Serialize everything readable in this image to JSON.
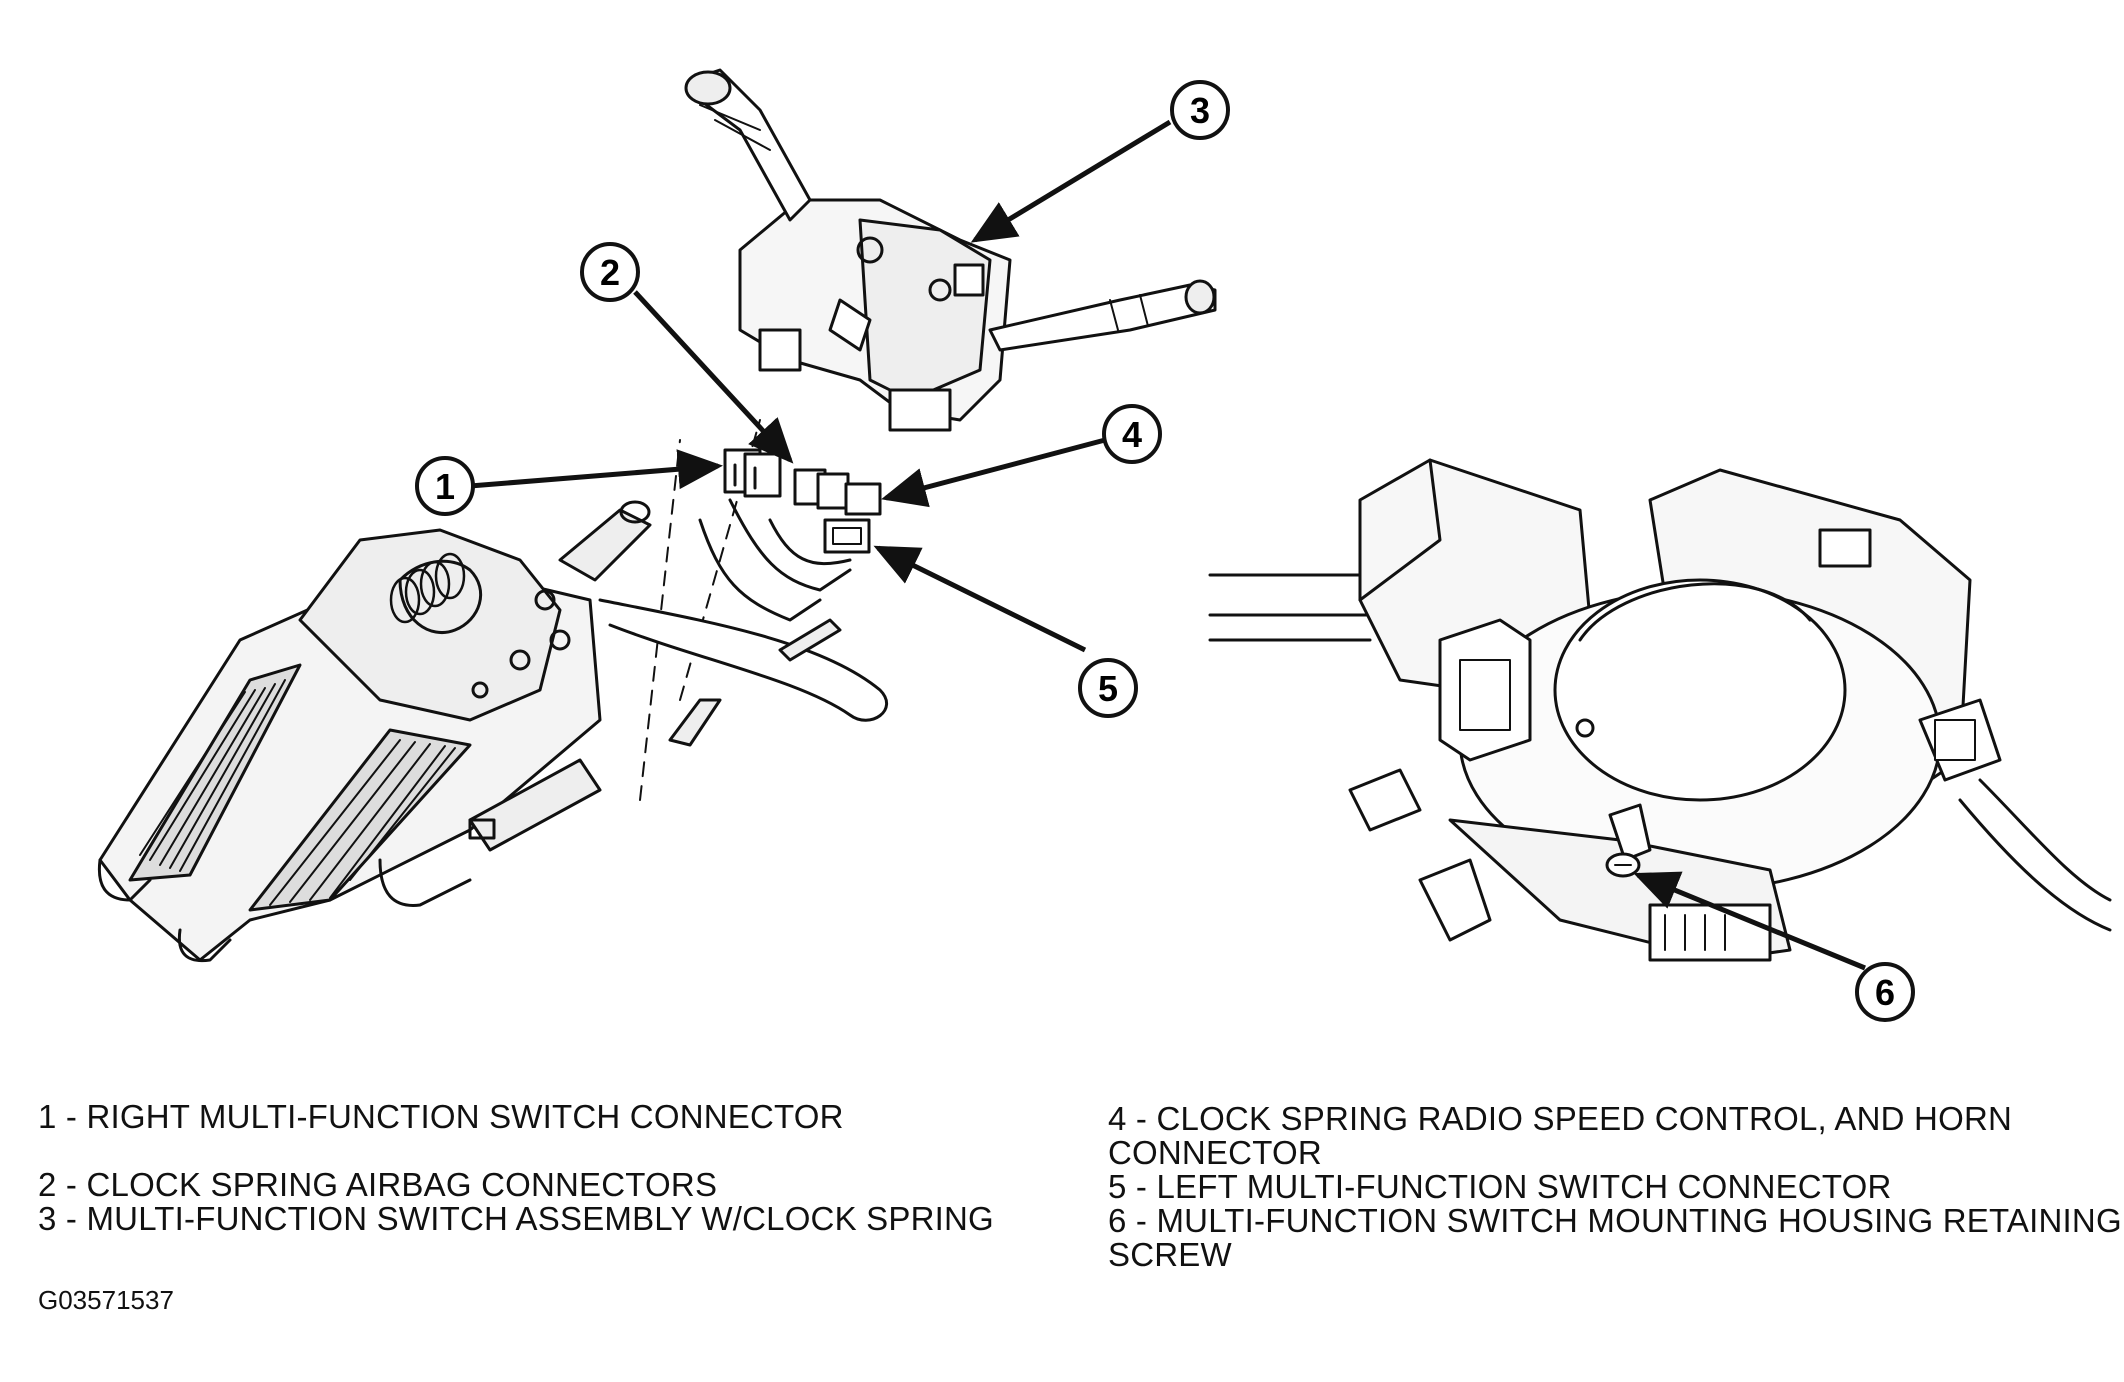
{
  "callouts": [
    "1",
    "2",
    "3",
    "4",
    "5",
    "6"
  ],
  "legend": [
    {
      "number": "1",
      "text": "1 - RIGHT MULTI-FUNCTION SWITCH CONNECTOR"
    },
    {
      "number": "2",
      "text": "2 - CLOCK SPRING AIRBAG CONNECTORS"
    },
    {
      "number": "3",
      "text": "3 - MULTI-FUNCTION SWITCH ASSEMBLY W/CLOCK SPRING"
    },
    {
      "number": "4",
      "text": "4 - CLOCK SPRING RADIO  SPEED CONTROL, AND HORN\nCONNECTOR"
    },
    {
      "number": "5",
      "text": "5 - LEFT MULTI-FUNCTION SWITCH CONNECTOR"
    },
    {
      "number": "6",
      "text": "6 - MULTI-FUNCTION SWITCH MOUNTING HOUSING RETAINING\nSCREW"
    }
  ],
  "figure_code": "G03571537"
}
